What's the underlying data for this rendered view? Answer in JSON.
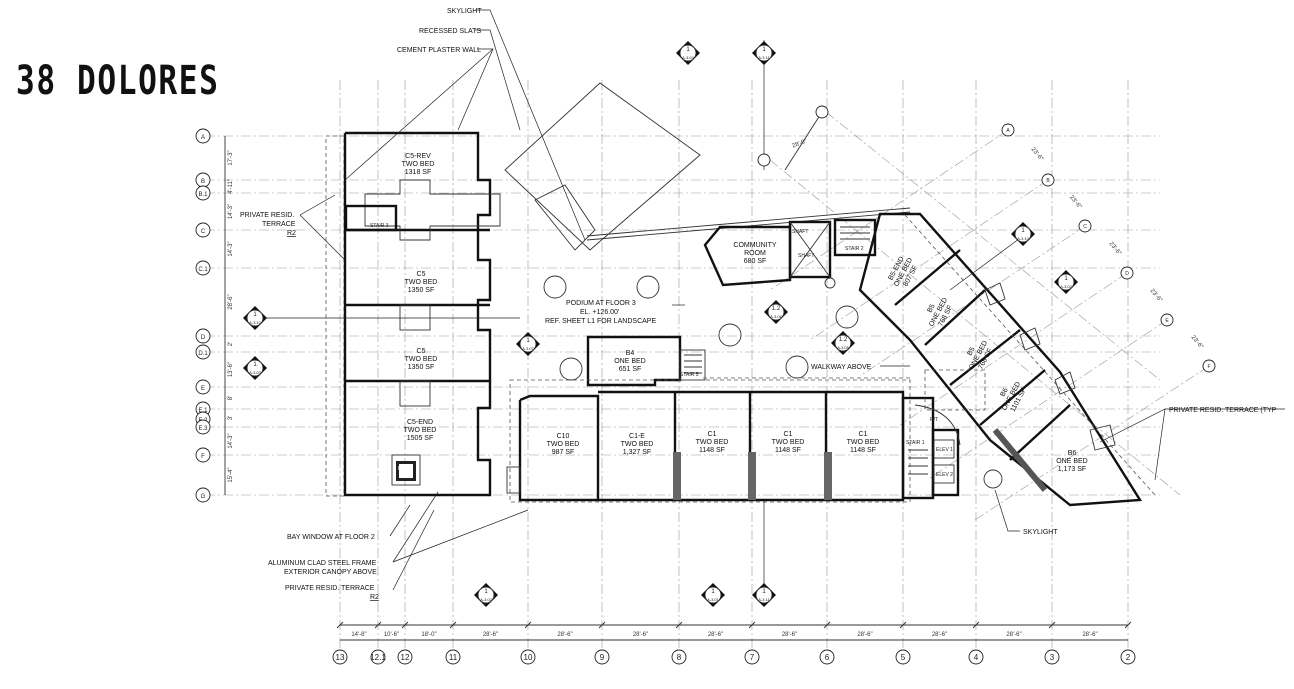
{
  "title": "38 DOLORES",
  "annotations": {
    "skylight_top": "SKYLIGHT",
    "recessed_slats": "RECESSED SLATS",
    "cement_plaster": "CEMENT PLASTER WALL",
    "private_resid_terrace": "PRIVATE RESID.",
    "terrace": "TERRACE",
    "r2": "R2",
    "podium_1": "PODIUM AT FLOOR 3",
    "podium_2": "EL. +126.00'",
    "podium_3": "REF. SHEET L1 FOR LANDSCAPE",
    "walkway": "WALKWAY ABOVE",
    "private_terrace_typ": "PRIVATE RESID. TERRACE (TYP",
    "skylight_bottom": "SKYLIGHT",
    "bay_window": "BAY WINDOW AT FLOOR 2",
    "alum_1": "ALUMINUM CLAD STEEL FRAME",
    "alum_2": "EXTERIOR CANOPY ABOVE",
    "private_terrace_bottom": "PRIVATE RESID. TERRACE",
    "r2_bottom": "R2"
  },
  "rooms": {
    "c5rev": [
      "C5-REV",
      "TWO BED",
      "1318  SF"
    ],
    "c5a": [
      "C5",
      "TWO BED",
      "1350 SF"
    ],
    "c5b": [
      "C5",
      "TWO BED",
      "1350 SF"
    ],
    "c5end": [
      "C5-END",
      "TWO BED",
      "1505 SF"
    ],
    "community": [
      "COMMUNITY",
      "ROOM",
      "680 SF"
    ],
    "b4": [
      "B4",
      "ONE BED",
      "651 SF"
    ],
    "c10": [
      "C10",
      "TWO BED",
      "987 SF"
    ],
    "c1e": [
      "C1-E",
      "TWO BED",
      "1,327 SF"
    ],
    "c1a": [
      "C1",
      "TWO BED",
      "1148 SF"
    ],
    "c1b": [
      "C1",
      "TWO BED",
      "1148 SF"
    ],
    "c1c": [
      "C1",
      "TWO BED",
      "1148 SF"
    ],
    "b5end": [
      "B5-END",
      "ONE BED",
      "807 SF"
    ],
    "b5a": [
      "B5",
      "ONE BED",
      "768 SF"
    ],
    "b5b": [
      "B5",
      "ONE BED",
      "768 SF"
    ],
    "b6a": [
      "B6",
      "ONE BED",
      "1101 SF"
    ],
    "b6b": [
      "B6",
      "ONE BED",
      "1,173 SF"
    ]
  },
  "small_labels": {
    "stair3": "STAIR 3",
    "stair5": "STAIR 5",
    "stair2": "STAIR 2",
    "stair1": "STAIR 1",
    "shaft": "SHAFT",
    "shaft2": "SHAFT",
    "elev": "ELEV",
    "elev1": "ELEV 1",
    "elev2": "ELEV 2",
    "rt": "R/T"
  },
  "grid_rows": [
    "A",
    "B",
    "B.1",
    "C",
    "C.1",
    "D",
    "D.1",
    "E",
    "E.1",
    "E.2",
    "E.3",
    "F",
    "G"
  ],
  "grid_cols": [
    "13",
    "12.1",
    "12",
    "11",
    "10",
    "9",
    "8",
    "7",
    "6",
    "5",
    "4",
    "3",
    "2"
  ],
  "angled_grid": [
    "A",
    "B",
    "C",
    "D",
    "E",
    "F"
  ],
  "row_dims": [
    "17'-3\"",
    "4'-11\"",
    "14'-3\"",
    "14'-3\"",
    "28'-6\"",
    "2'",
    "13'-6\"",
    "8'",
    "3'",
    "14'-3\"",
    "15'-4\""
  ],
  "col_dims": [
    "14'-8\"",
    "10'-6\"",
    "18'-0\"",
    "28'-6\"",
    "28'-6\"",
    "28'-6\"",
    "28'-6\"",
    "28'-6\"",
    "28'-6\"",
    "28'-6\"",
    "28'-6\"",
    "28'-6\""
  ],
  "angled_dims": [
    "23'-6\"",
    "23'-6\"",
    "23'-6\"",
    "23'-6\"",
    "23'-6\""
  ],
  "top_dim": "28'-0\"",
  "section_markers": {
    "one": "1",
    "onetwo": "1.2",
    "a304": "A-3.04",
    "a311": "A-3.11",
    "a310": "A-3.10",
    "a303": "A-3.03",
    "a307": "A-3.07",
    "a306": "A-3.06",
    "a305": "A-3.05",
    "a301": "A-3.01",
    "a302": "A-3.02",
    "a311b": "A-3.11"
  }
}
